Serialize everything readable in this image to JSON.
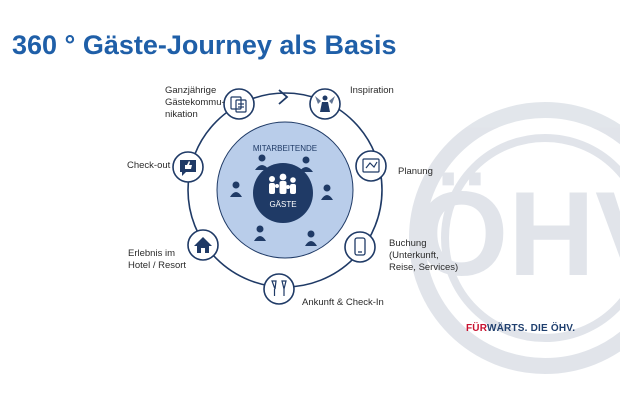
{
  "title": "360 ° Gäste-Journey als Basis",
  "center": {
    "ring_label": "MITARBEITENDE",
    "core_label": "GÄSTE"
  },
  "steps": {
    "kommunikation": "Ganzjährige\nGästekommu-\nnikation",
    "inspiration": "Inspiration",
    "planung": "Planung",
    "buchung": "Buchung",
    "buchung_sub": "(Unterkunft,\nReise, Services)",
    "ankunft": "Ankunft & Check-In",
    "erlebnis": "Erlebnis im\nHotel / Resort",
    "checkout": "Check-out"
  },
  "icons": {
    "kommunikation": "chat-documents-icon",
    "inspiration": "fairy-icon",
    "planung": "map-plan-icon",
    "buchung": "smartphone-icon",
    "ankunft": "champagne-glasses-icon",
    "erlebnis": "house-icon",
    "checkout": "thumbs-up-chat-icon"
  },
  "slogan": {
    "accent": "FÜR",
    "rest": "WÄRTS. DIE ÖHV."
  },
  "watermark": "ÖHV",
  "colors": {
    "title": "#1f5fa8",
    "navy": "#1f3a66",
    "light_blue": "#b9cdea",
    "ring": "#1f3a66",
    "slogan_red": "#c8102e"
  }
}
